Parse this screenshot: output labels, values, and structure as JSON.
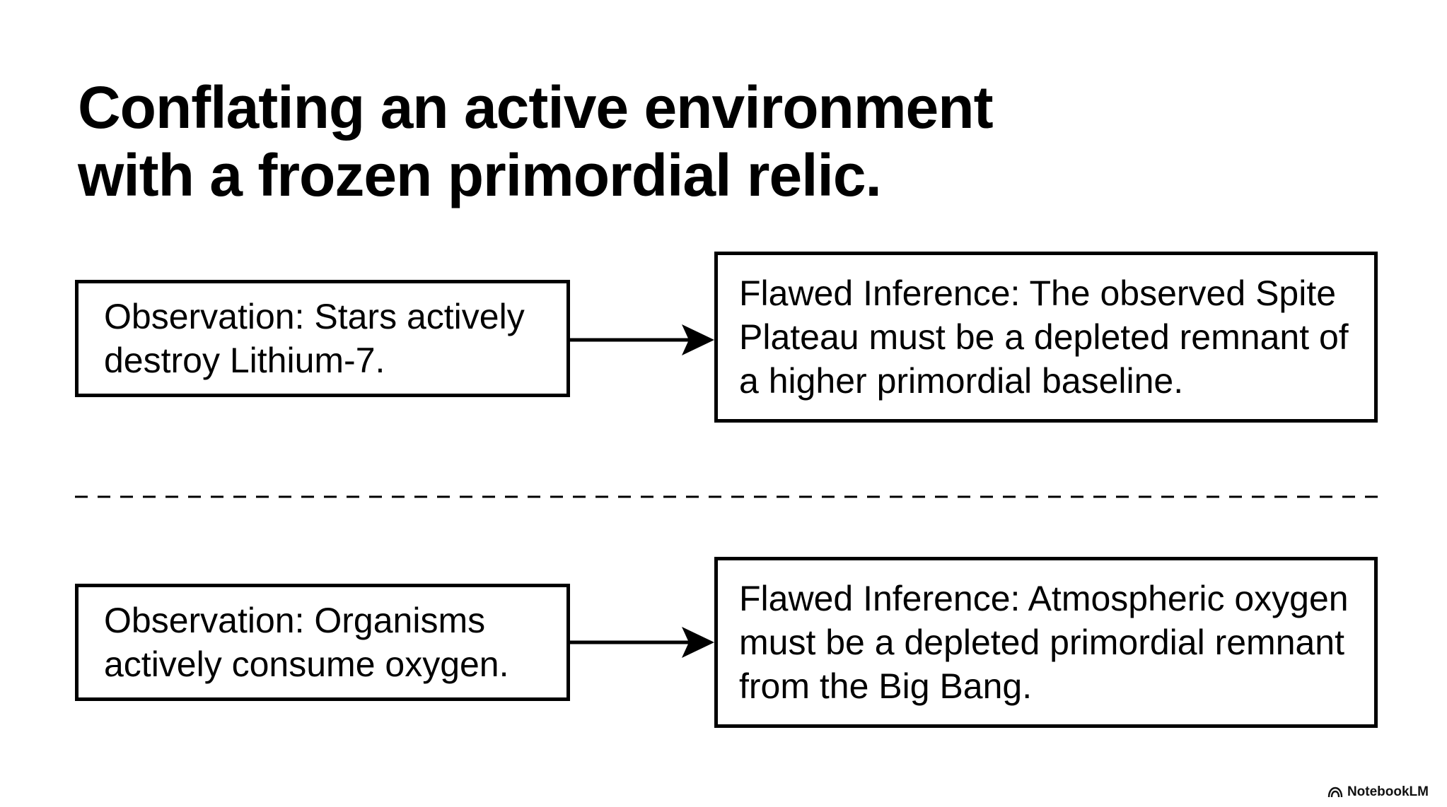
{
  "title": {
    "line1": "Conflating an active environment",
    "line2": "with a frozen primordial relic."
  },
  "rows": [
    {
      "observation": {
        "label": "Observation:",
        "text": "Stars actively destroy Lithium-7."
      },
      "inference": {
        "label": "Flawed Inference:",
        "text": "The observed Spite Plateau must be a depleted remnant of a higher primordial baseline."
      }
    },
    {
      "observation": {
        "label": "Observation:",
        "text": "Organisms actively consume oxygen."
      },
      "inference": {
        "label": "Flawed Inference:",
        "text": "Atmospheric oxygen must be a depleted primordial remnant from the Big Bang."
      }
    }
  ],
  "brand": {
    "name": "NotebookLM",
    "icon": "notebooklm-logo-icon"
  },
  "colors": {
    "background": "#ffffff",
    "ink": "#000000"
  }
}
